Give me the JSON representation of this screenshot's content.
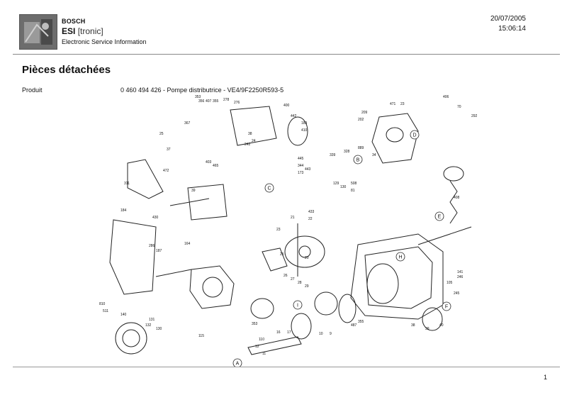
{
  "header": {
    "brand": "BOSCH",
    "esi_main": "ESI",
    "esi_bracket": "[tronic]",
    "esi_subtitle": "Electronic Service Information",
    "date": "20/07/2005",
    "time": "15:06:14"
  },
  "page": {
    "title": "Pièces détachées",
    "product_label": "Produit",
    "product_value": "0 460 494 426 - Pompe distributrice - VE4/9F2250R593-5",
    "page_number": "1"
  },
  "diagram": {
    "part_labels": [
      "353",
      "356",
      "407",
      "355",
      "278",
      "276",
      "400",
      "471",
      "23",
      "406",
      "70",
      "292",
      "367",
      "442",
      "209",
      "202",
      "189",
      "410",
      "25",
      "38",
      "24",
      "37",
      "242",
      "445",
      "403",
      "465",
      "344",
      "443",
      "339",
      "328",
      "889",
      "34",
      "311",
      "472",
      "173",
      "408",
      "129",
      "130",
      "508",
      "81",
      "39",
      "184",
      "430",
      "433",
      "22",
      "21",
      "286",
      "187",
      "164",
      "23",
      "25",
      "20",
      "105",
      "141",
      "246",
      "245",
      "810",
      "511",
      "140",
      "131",
      "132",
      "130",
      "110",
      "115",
      "12",
      "11",
      "16",
      "17",
      "10",
      "9",
      "353",
      "487",
      "355",
      "38",
      "39",
      "40",
      "26",
      "27",
      "28",
      "29"
    ],
    "callout_letters": [
      "A",
      "B",
      "C",
      "D",
      "E",
      "F",
      "H",
      "I"
    ]
  }
}
